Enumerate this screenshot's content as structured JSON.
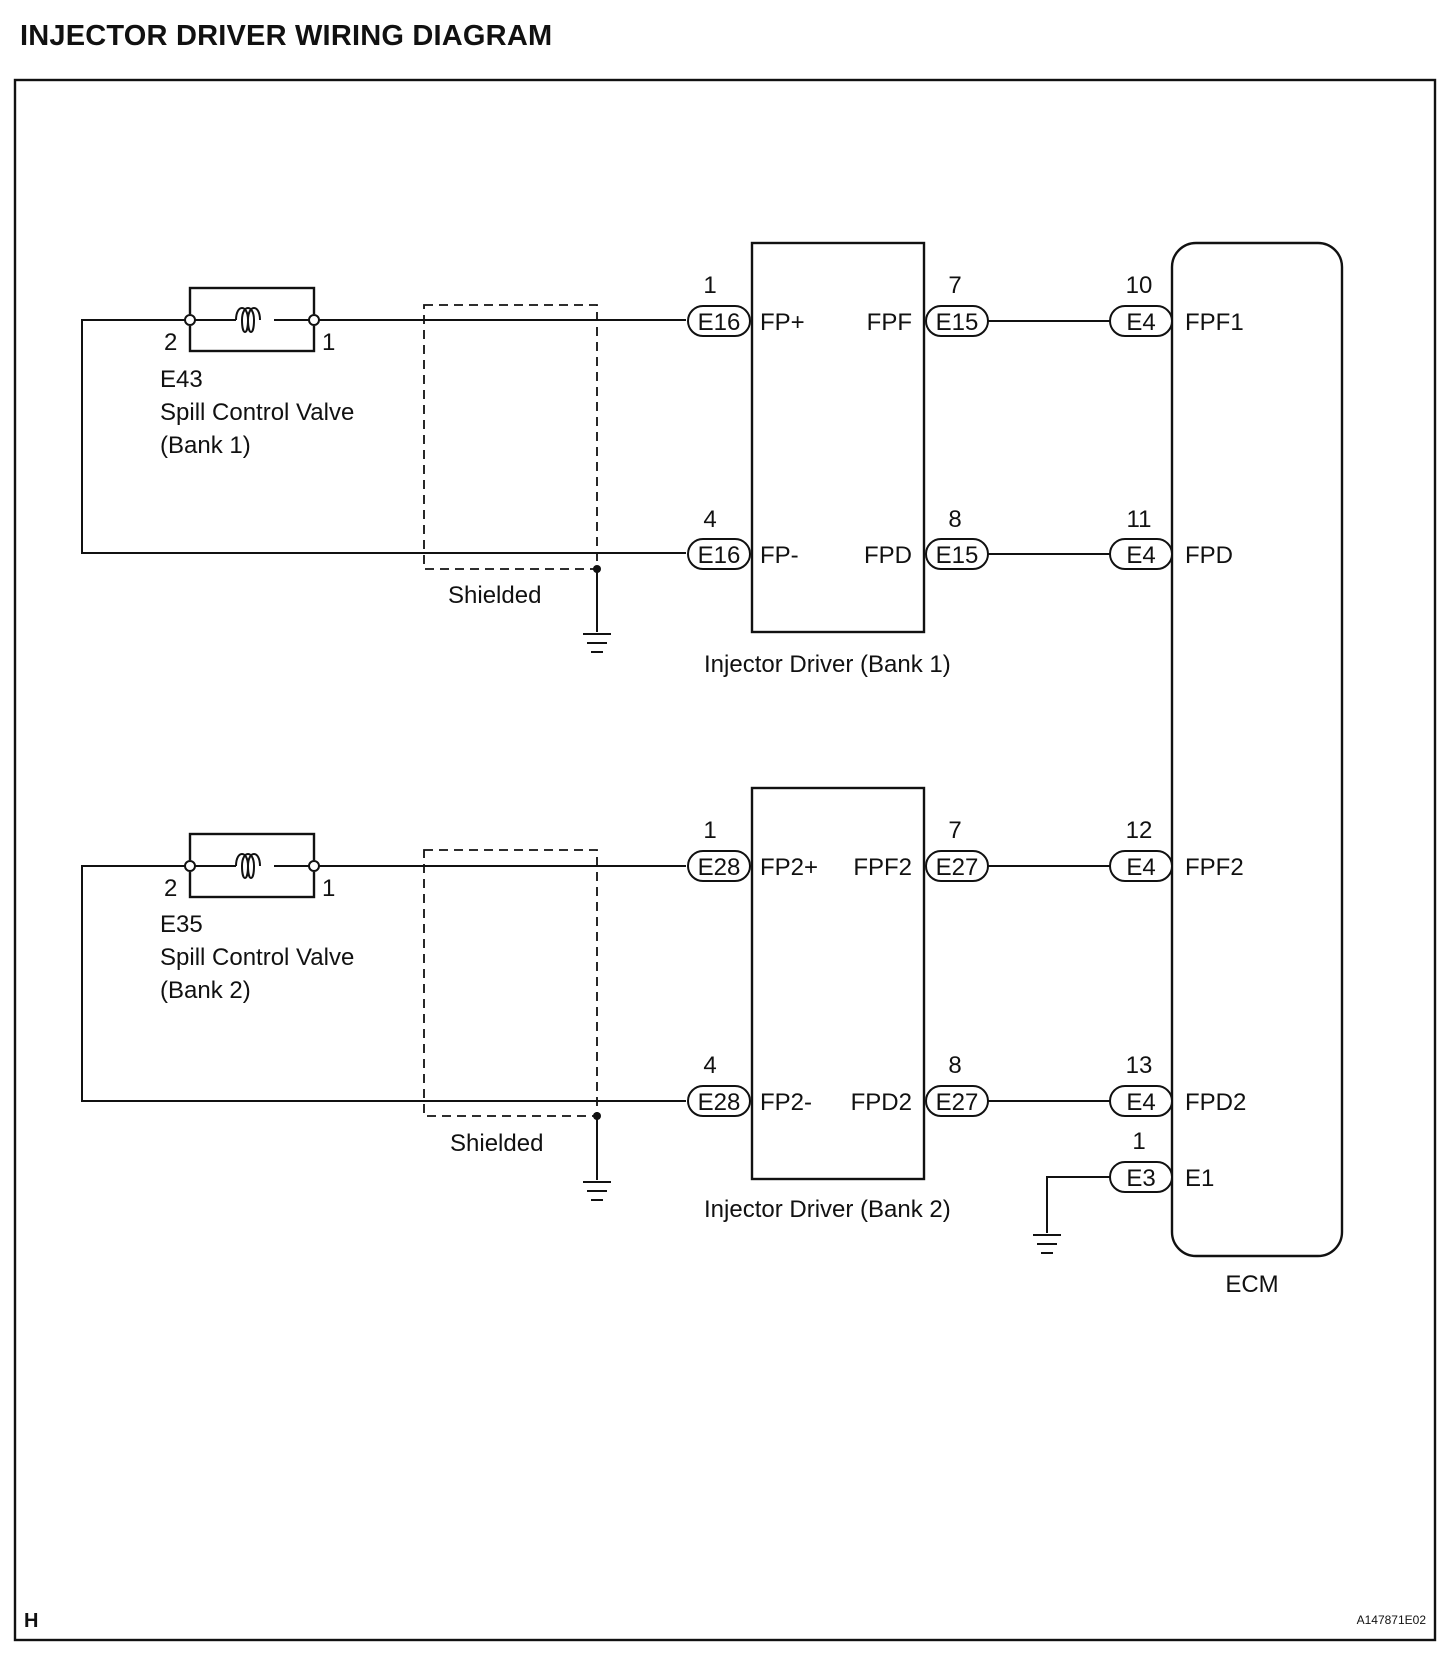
{
  "title": "INJECTOR DRIVER WIRING DIAGRAM",
  "corner_mark": "H",
  "figure_id": "A147871E02",
  "valves": [
    {
      "code": "E43",
      "name": "Spill Control Valve",
      "bank": "(Bank 1)",
      "pin_left": "2",
      "pin_right": "1"
    },
    {
      "code": "E35",
      "name": "Spill Control Valve",
      "bank": "(Bank 2)",
      "pin_left": "2",
      "pin_right": "1"
    }
  ],
  "shield_label": "Shielded",
  "drivers": [
    {
      "label": "Injector Driver (Bank 1)",
      "in_top": {
        "connector": "E16",
        "pin": "1",
        "terminal": "FP+"
      },
      "in_bottom": {
        "connector": "E16",
        "pin": "4",
        "terminal": "FP-"
      },
      "out_top": {
        "connector": "E15",
        "pin": "7",
        "terminal": "FPF"
      },
      "out_bottom": {
        "connector": "E15",
        "pin": "8",
        "terminal": "FPD"
      }
    },
    {
      "label": "Injector Driver (Bank 2)",
      "in_top": {
        "connector": "E28",
        "pin": "1",
        "terminal": "FP2+"
      },
      "in_bottom": {
        "connector": "E28",
        "pin": "4",
        "terminal": "FP2-"
      },
      "out_top": {
        "connector": "E27",
        "pin": "7",
        "terminal": "FPF2"
      },
      "out_bottom": {
        "connector": "E27",
        "pin": "8",
        "terminal": "FPD2"
      }
    }
  ],
  "ecm": {
    "label": "ECM",
    "terminals": [
      {
        "connector": "E4",
        "pin": "10",
        "terminal": "FPF1"
      },
      {
        "connector": "E4",
        "pin": "11",
        "terminal": "FPD"
      },
      {
        "connector": "E4",
        "pin": "12",
        "terminal": "FPF2"
      },
      {
        "connector": "E4",
        "pin": "13",
        "terminal": "FPD2"
      },
      {
        "connector": "E3",
        "pin": "1",
        "terminal": "E1"
      }
    ]
  }
}
